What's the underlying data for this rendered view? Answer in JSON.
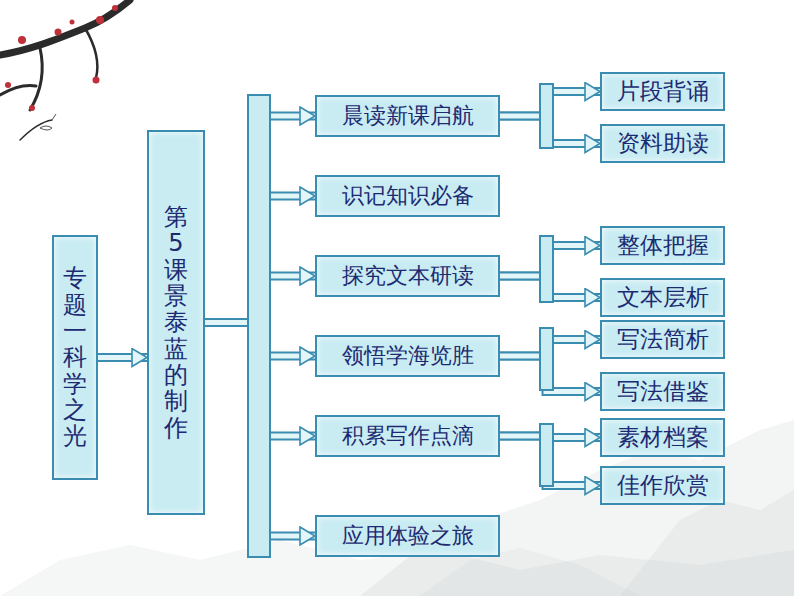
{
  "diagram": {
    "nodes": [
      {
        "text": [
          "专题一 科学之光"
        ]
      },
      {
        "text": [
          "第5课 景泰蓝的制作"
        ]
      },
      {
        "text": [
          "晨读新课启航"
        ]
      },
      {
        "text": [
          "识记知识必备"
        ]
      },
      {
        "text": [
          "探究文本研读"
        ]
      },
      {
        "text": [
          "领悟学海览胜"
        ]
      },
      {
        "text": [
          "积累写作点滴"
        ]
      },
      {
        "text": [
          "应用体验之旅"
        ]
      },
      {
        "text": [
          "片段背诵"
        ]
      },
      {
        "text": [
          "资料助读"
        ]
      },
      {
        "text": [
          "整体把握"
        ]
      },
      {
        "text": [
          "文本层析"
        ]
      },
      {
        "text": [
          "写法简析"
        ]
      },
      {
        "text": [
          "写法借鉴"
        ]
      },
      {
        "text": [
          "素材档案"
        ]
      },
      {
        "text": [
          "佳作欣赏"
        ]
      }
    ],
    "edges": [
      {
        "from": 0,
        "to": 1,
        "arrow": "to"
      },
      {
        "from": 1,
        "to": 2,
        "arrow": "to"
      },
      {
        "from": 1,
        "to": 3,
        "arrow": "to"
      },
      {
        "from": 1,
        "to": 4,
        "arrow": "to"
      },
      {
        "from": 1,
        "to": 5,
        "arrow": "to"
      },
      {
        "from": 1,
        "to": 6,
        "arrow": "to"
      },
      {
        "from": 1,
        "to": 7,
        "arrow": "to"
      },
      {
        "from": 2,
        "to": 8,
        "arrow": "to"
      },
      {
        "from": 2,
        "to": 9,
        "arrow": "to"
      },
      {
        "from": 4,
        "to": 10,
        "arrow": "to"
      },
      {
        "from": 4,
        "to": 11,
        "arrow": "to"
      },
      {
        "from": 5,
        "to": 12,
        "arrow": "to"
      },
      {
        "from": 5,
        "to": 13,
        "arrow": "to"
      },
      {
        "from": 6,
        "to": 14,
        "arrow": "to"
      },
      {
        "from": 6,
        "to": 15,
        "arrow": "to"
      }
    ]
  }
}
